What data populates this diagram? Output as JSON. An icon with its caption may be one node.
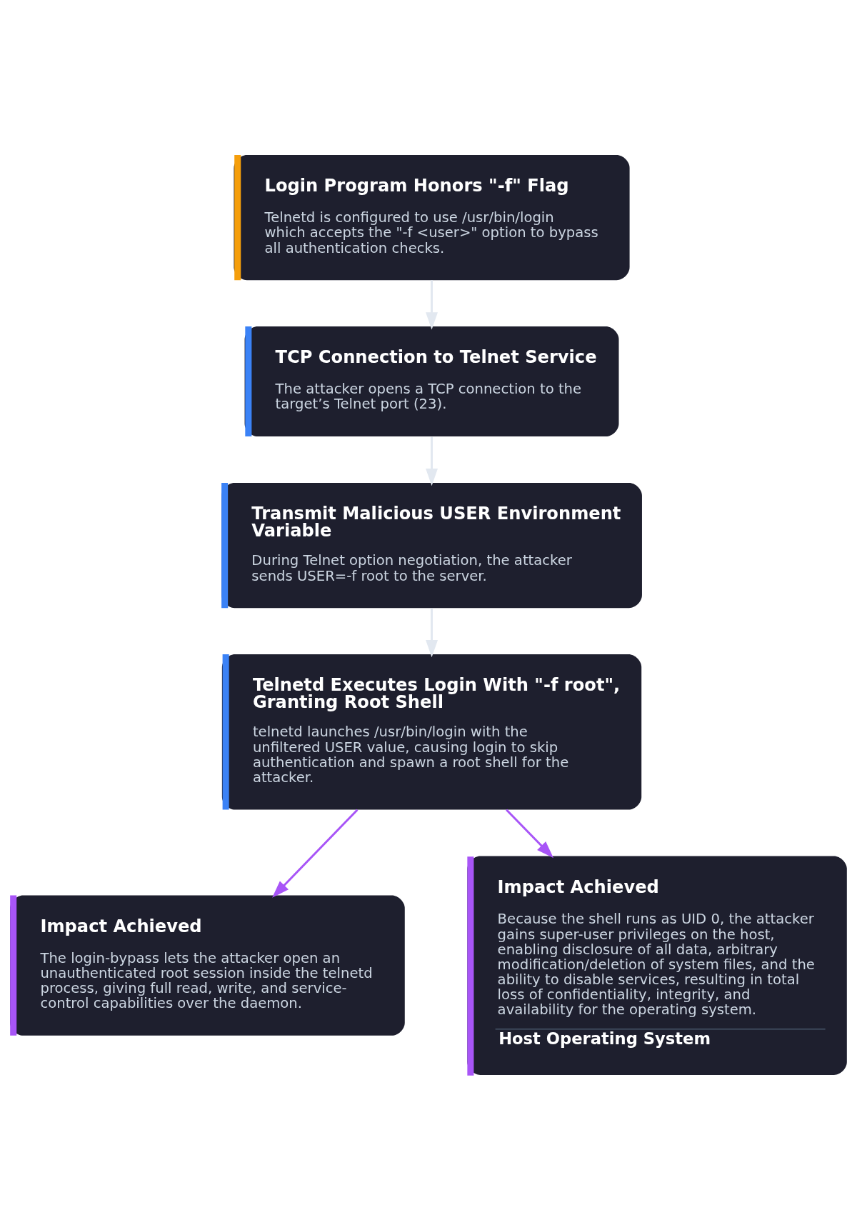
{
  "diagram": {
    "nodes": [
      {
        "text": [
          "Login Program Honors \"-f\" Flag",
          "Telnetd is configured to use /usr/bin/login which accepts the \"-f <user>\" option to bypass all authentication checks."
        ]
      },
      {
        "text": [
          "TCP Connection to Telnet Service",
          "The attacker opens a TCP connection to the target’s Telnet port (23)."
        ]
      },
      {
        "text": [
          "Transmit Malicious USER Environment Variable",
          "During Telnet option negotiation, the attacker sends USER=-f root to the server."
        ]
      },
      {
        "text": [
          "Telnetd Executes Login With \"-f root\", Granting Root Shell",
          "telnetd launches /usr/bin/login with the unfiltered USER value, causing login to skip authentication and spawn a root shell for the attacker."
        ]
      },
      {
        "text": [
          "Impact Achieved",
          "The login-bypass lets the attacker open an unauthenticated root session inside the telnetd process, giving full read, write, and service-control capabilities over the daemon."
        ]
      },
      {
        "text": [
          "Impact Achieved",
          "Because the shell runs as UID 0, the attacker gains super-user privileges on the host, enabling disclosure of all data, arbitrary modification/deletion of system files, and the ability to disable services, resulting in total loss of confidentiality, integrity, and availability for the operating system.",
          "Host Operating System"
        ]
      }
    ],
    "edges": [
      {
        "from": 0,
        "to": 1,
        "arrow": "to"
      },
      {
        "from": 1,
        "to": 2,
        "arrow": "to"
      },
      {
        "from": 2,
        "to": 3,
        "arrow": "to"
      },
      {
        "from": 3,
        "to": 4,
        "arrow": "to",
        "color": "#a855f7"
      },
      {
        "from": 3,
        "to": 5,
        "arrow": "to",
        "color": "#a855f7"
      }
    ]
  }
}
